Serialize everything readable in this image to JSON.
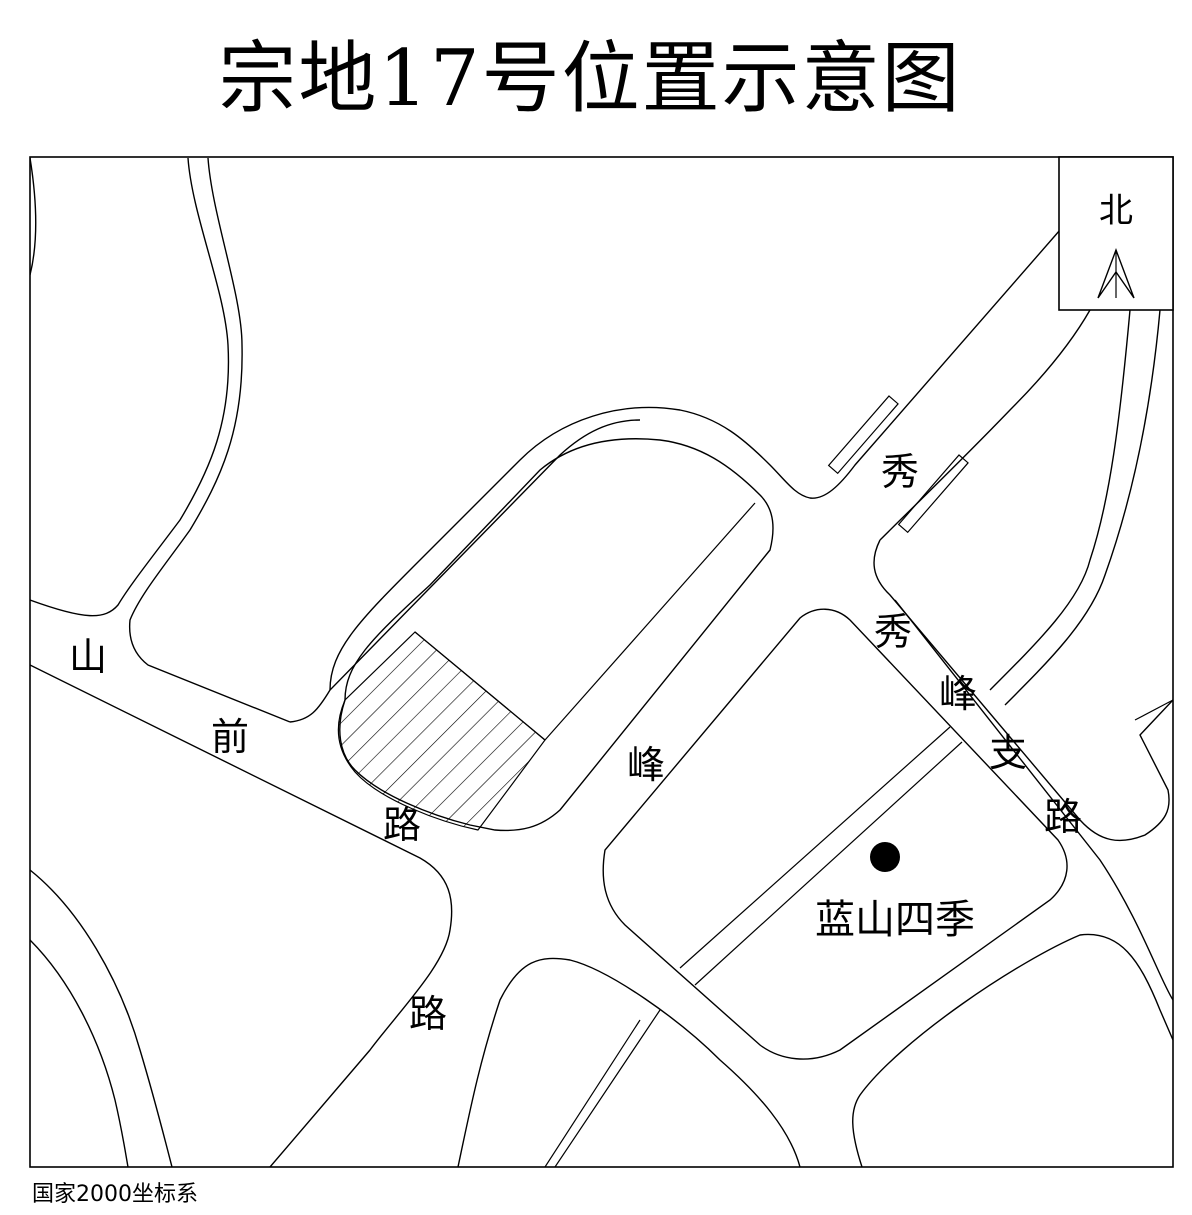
{
  "title": "宗地17号位置示意图",
  "north_label": "北",
  "road_labels": {
    "shanqian_shan": "山",
    "shanqian_qian": "前",
    "shanqian_lu": "路",
    "xiufeng_lu": "路",
    "xiufeng_feng": "峰",
    "xiufeng_xiu1": "秀",
    "xiufeng_xiu2": "秀",
    "xiufeng_feng2": "峰",
    "zhi": "支",
    "zhilu_lu": "路"
  },
  "poi": {
    "name": "蓝山四季"
  },
  "coordinate_system": "国家2000坐标系"
}
